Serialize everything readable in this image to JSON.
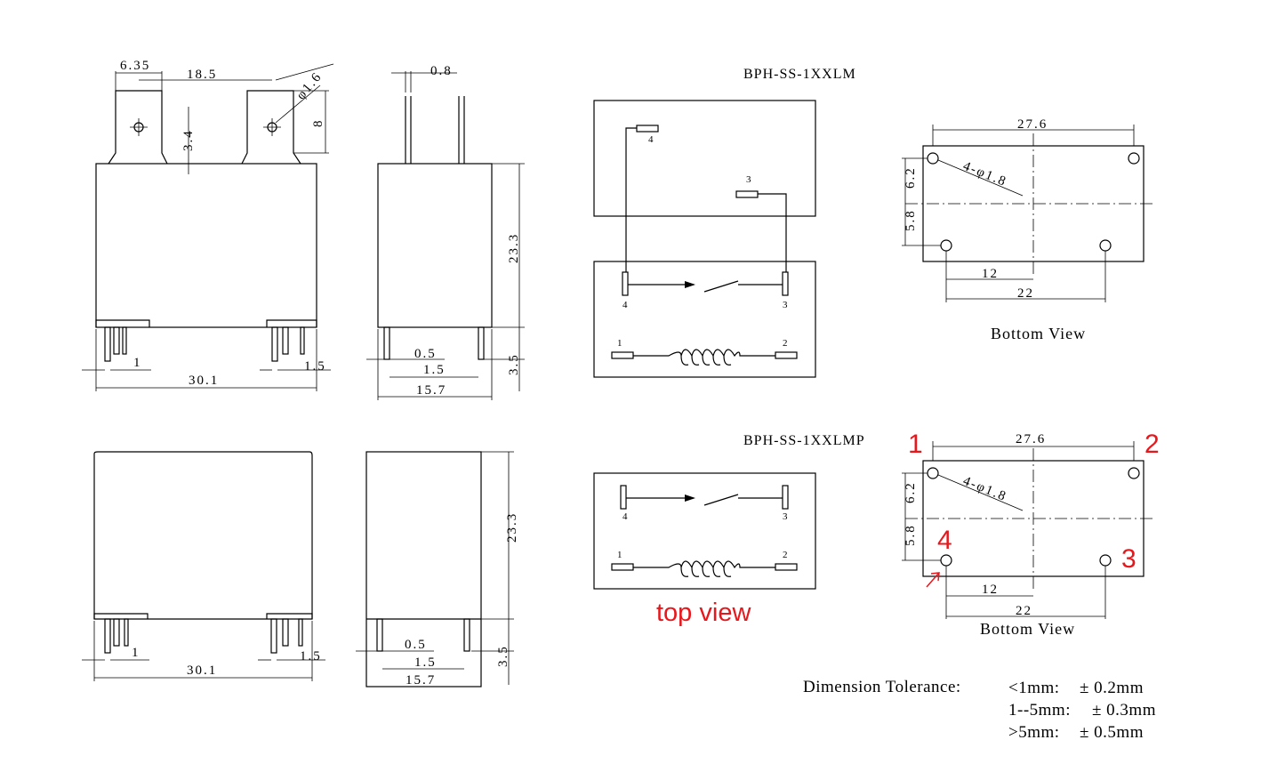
{
  "model_lm": "BPH-SS-1XXLM",
  "model_lmp": "BPH-SS-1XXLMP",
  "top_view_label": "top view",
  "bottom_view_label": "Bottom View",
  "front_dims": {
    "tab_width": "6.35",
    "tab_pitch": "18.5",
    "hole_dia": "φ1.6",
    "tab_height": "8",
    "tab_offset": "3.4",
    "width": "30.1",
    "pin_gap": "1",
    "pin_width": "1.5"
  },
  "side_dims": {
    "tab_thickness": "0.8",
    "height": "23.3",
    "pin_thick": "0.5",
    "pin_offset": "1.5",
    "depth": "15.7",
    "pin_length": "3.5"
  },
  "bottom_dims": {
    "length": "27.6",
    "holes": "4-φ1.8",
    "upper": "6.2",
    "lower": "5.8",
    "center_x": "12",
    "pin_span": "22"
  },
  "pins": {
    "p1": "1",
    "p2": "2",
    "p3": "3",
    "p4": "4"
  },
  "tolerance": {
    "title": "Dimension Tolerance:",
    "row1_range": "<1mm:",
    "row1_tol": "± 0.2mm",
    "row2_range": "1--5mm:",
    "row2_tol": "± 0.3mm",
    "row3_range": ">5mm:",
    "row3_tol": "± 0.5mm"
  },
  "colors": {
    "ink": "#000000",
    "annotation": "#e8171c"
  }
}
